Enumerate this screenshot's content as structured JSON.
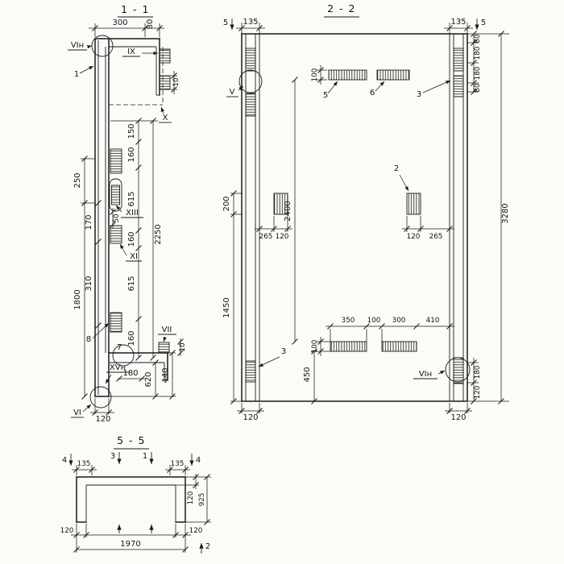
{
  "colors": {
    "ink": "#1a1a1a",
    "paper": "#fbfbf8"
  },
  "section1": {
    "title": "1 - 1",
    "callouts": {
      "c1": "1",
      "c7": "7",
      "c8": "8"
    },
    "marks": {
      "vi_top": "VIн",
      "ix": "IX",
      "x": "X",
      "xiii": "XIII",
      "xi": "XI",
      "vii": "VII",
      "xv": "XVн",
      "vi_bottom": "VI"
    },
    "dims": {
      "w300": "300",
      "h80": "80",
      "g10_top": "10",
      "c150": "150",
      "c160a": "160",
      "c615a": "615",
      "c160b": "160",
      "c615b": "615",
      "c160c": "160",
      "total2250": "2250",
      "left250": "250",
      "left1800": "1800",
      "left170": "170",
      "left310": "310",
      "c50": "50",
      "g10_bot": "10",
      "b440": "440",
      "b620": "620",
      "b180": "180",
      "b120": "120"
    }
  },
  "section2": {
    "title": "2 - 2",
    "callouts": {
      "c5": "5",
      "c6": "6",
      "c3top": "3",
      "c2": "2",
      "c3bot": "3"
    },
    "marks": {
      "cut5l": "5",
      "cut5r": "5",
      "v": "V",
      "vi": "VIн"
    },
    "dims": {
      "t135l": "135",
      "t135r": "135",
      "r80a": "80",
      "r180a": "180",
      "r180b": "180",
      "r80b": "80",
      "total3280": "3280",
      "mid2400": "2400",
      "l200": "200",
      "l1450": "1450",
      "top100": "100",
      "m265l": "265",
      "m120l": "120",
      "m120r": "120",
      "m265r": "265",
      "low350": "350",
      "low100": "100",
      "low300": "300",
      "low410": "410",
      "bot100": "100",
      "l450": "450",
      "r180c": "180",
      "r120": "120",
      "b120l": "120",
      "b120r": "120"
    }
  },
  "section5": {
    "title": "5 - 5",
    "marks": {
      "cut4l": "4",
      "cut4r": "4",
      "cut3": "3",
      "cut1": "1",
      "cut2": "2"
    },
    "dims": {
      "t135l": "135",
      "t135r": "135",
      "r120": "120",
      "r925": "925",
      "b120l": "120",
      "b1970": "1970",
      "b120r": "120"
    }
  }
}
